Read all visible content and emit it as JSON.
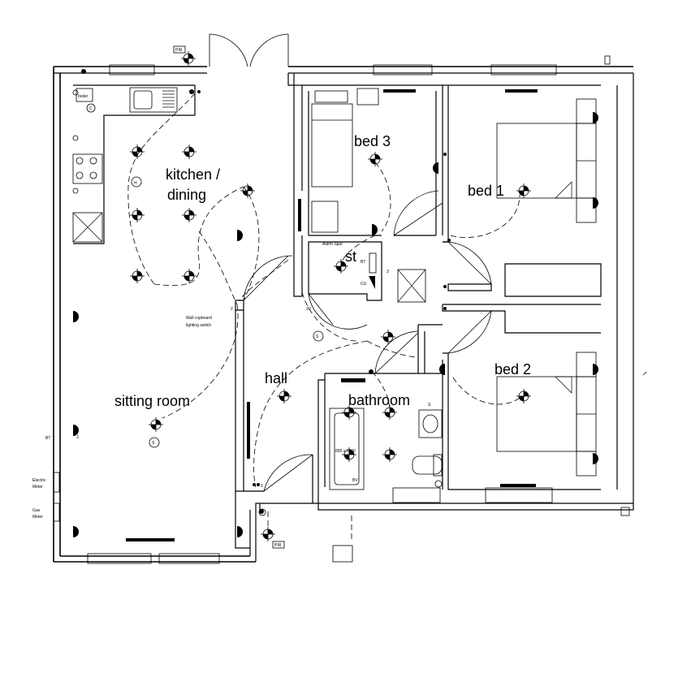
{
  "rooms": {
    "kitchen_dining_line1": "kitchen /",
    "kitchen_dining_line2": "dining",
    "sitting_room": "sitting room",
    "bed1": "bed 1",
    "bed2": "bed 2",
    "bed3": "bed 3",
    "store": "st",
    "hall": "hall",
    "bathroom": "bathroom"
  },
  "annotations": {
    "boiler": "boiler",
    "alarm_spur": "Alarm Spur",
    "wall_cupboard_line1": "Wall cupboard",
    "wall_cupboard_line2": "lighting switch",
    "bt_living": "BT",
    "bt_store": "BT",
    "cu": "CU",
    "electric_meter_line1": "Electric",
    "electric_meter_line2": "Meter",
    "gas_meter_line1": "Gas",
    "gas_meter_line2": "Meter",
    "bath_size": "800 x 1600",
    "bv": "BV",
    "pir_top": "PIR",
    "pir_bottom": "PIR",
    "smoke_hall": "S",
    "smoke_living": "S",
    "heat_kitchen": "H",
    "cooker_c": "C",
    "switch_3_store": "3",
    "switch_3v": "3V",
    "switch_3_hall": "3",
    "switch_3_front": "3",
    "switch_2_cupboard": "2",
    "socket_s_bath": "S"
  },
  "colors": {
    "line": "#000000",
    "background": "#ffffff"
  }
}
